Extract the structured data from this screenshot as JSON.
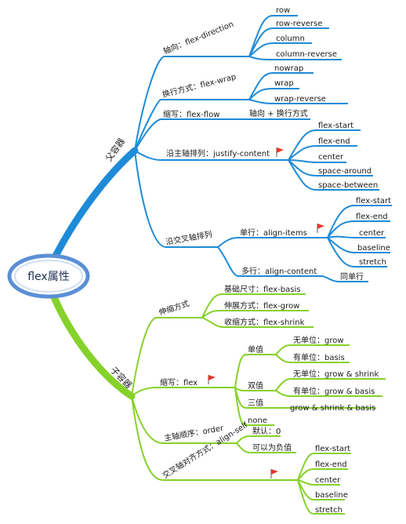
{
  "root": {
    "label": "flex属性"
  },
  "colors": {
    "parent": "#1e8bd8",
    "child": "#86d12a",
    "root_ring": "#5b8fd6",
    "flag": "#e03a2a"
  },
  "parent": {
    "label": "父容器",
    "axis": {
      "label": "轴向：flex-direction",
      "items": [
        "row",
        "row-reverse",
        "column",
        "column-reverse"
      ]
    },
    "wrap": {
      "label": "换行方式：flex-wrap",
      "items": [
        "nowrap",
        "wrap",
        "wrap-reverse"
      ]
    },
    "flow": {
      "label": "缩写：flex-flow",
      "items": [
        "轴向 + 换行方式"
      ]
    },
    "justify": {
      "label": "沿主轴排列：justify-content",
      "items": [
        "flex-start",
        "flex-end",
        "center",
        "space-around",
        "space-between"
      ]
    },
    "cross": {
      "label": "沿交叉轴排列",
      "single": {
        "label": "单行：align-items",
        "items": [
          "flex-start",
          "flex-end",
          "center",
          "baseline",
          "stretch"
        ]
      },
      "multi": {
        "label": "多行：align-content",
        "items": [
          "同单行"
        ]
      }
    }
  },
  "child": {
    "label": "子容器",
    "flexing": {
      "label": "伸缩方式",
      "items": [
        "基础尺寸：flex-basis",
        "伸展方式：flex-grow",
        "收缩方式：flex-shrink"
      ]
    },
    "shorthand": {
      "label": "缩写：flex",
      "single": {
        "label": "单值",
        "items": [
          "无单位：grow",
          "有单位：basis"
        ]
      },
      "double": {
        "label": "双值",
        "items": [
          "无单位：grow & shrink",
          "有单位：grow & basis"
        ]
      },
      "triple": {
        "label": "三值",
        "items": [
          "grow & shrink & basis"
        ]
      },
      "none": {
        "label": "none"
      }
    },
    "order": {
      "label": "主轴顺序：order",
      "items": [
        "默认：0",
        "可以为负值"
      ]
    },
    "alignself": {
      "label": "交叉轴对齐方式：align-self",
      "items": [
        "flex-start",
        "flex-end",
        "center",
        "baseline",
        "stretch"
      ]
    }
  }
}
